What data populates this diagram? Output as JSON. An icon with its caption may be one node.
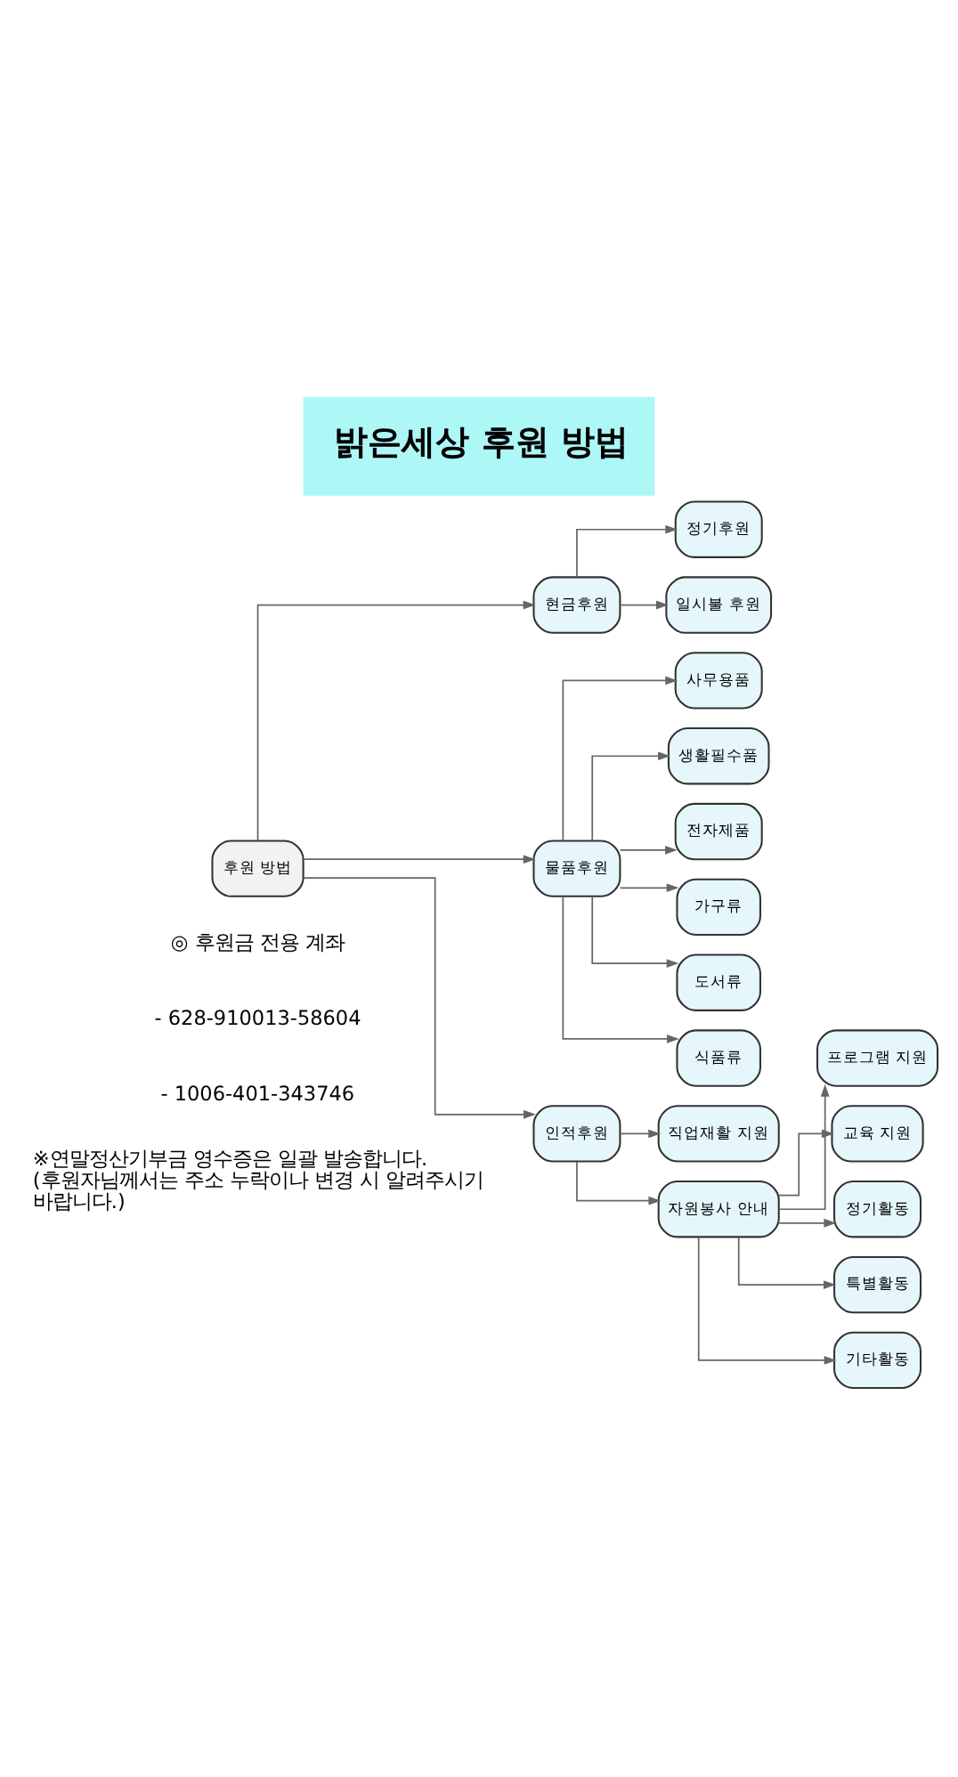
{
  "diagram": {
    "title": "밝은세상 후원 방법",
    "nodes": [
      {
        "text": [
          "후원 방법"
        ]
      },
      {
        "text": [
          "현금후원"
        ]
      },
      {
        "text": [
          "정기후원"
        ]
      },
      {
        "text": [
          "일시불 후원"
        ]
      },
      {
        "text": [
          "물품후원"
        ]
      },
      {
        "text": [
          "사무용품"
        ]
      },
      {
        "text": [
          "생활필수품"
        ]
      },
      {
        "text": [
          "전자제품"
        ]
      },
      {
        "text": [
          "가구류"
        ]
      },
      {
        "text": [
          "도서류"
        ]
      },
      {
        "text": [
          "식품류"
        ]
      },
      {
        "text": [
          "인적후원"
        ]
      },
      {
        "text": [
          "직업재활 지원"
        ]
      },
      {
        "text": [
          "자원봉사 안내"
        ]
      },
      {
        "text": [
          "프로그램 지원"
        ]
      },
      {
        "text": [
          "교육 지원"
        ]
      },
      {
        "text": [
          "정기활동"
        ]
      },
      {
        "text": [
          "특별활동"
        ]
      },
      {
        "text": [
          "기타활동"
        ]
      }
    ],
    "edges": [
      {
        "from": 0,
        "to": 1,
        "arrow": "to"
      },
      {
        "from": 0,
        "to": 4,
        "arrow": "to"
      },
      {
        "from": 0,
        "to": 11,
        "arrow": "to"
      },
      {
        "from": 1,
        "to": 2,
        "arrow": "to"
      },
      {
        "from": 1,
        "to": 3,
        "arrow": "to"
      },
      {
        "from": 4,
        "to": 5,
        "arrow": "to"
      },
      {
        "from": 4,
        "to": 6,
        "arrow": "to"
      },
      {
        "from": 4,
        "to": 7,
        "arrow": "to"
      },
      {
        "from": 4,
        "to": 8,
        "arrow": "to"
      },
      {
        "from": 4,
        "to": 9,
        "arrow": "to"
      },
      {
        "from": 4,
        "to": 10,
        "arrow": "to"
      },
      {
        "from": 11,
        "to": 12,
        "arrow": "to"
      },
      {
        "from": 11,
        "to": 13,
        "arrow": "to"
      },
      {
        "from": 13,
        "to": 14,
        "arrow": "to"
      },
      {
        "from": 13,
        "to": 15,
        "arrow": "to"
      },
      {
        "from": 13,
        "to": 16,
        "arrow": "to"
      },
      {
        "from": 13,
        "to": 17,
        "arrow": "to"
      },
      {
        "from": 13,
        "to": 18,
        "arrow": "to"
      }
    ],
    "labels": [
      "◎ 후원금 전용 계좌",
      "- 628-910013-58604",
      "- 1006-401-343746",
      "※연말정산기부금 영수증은 일괄 발송합니다. (후원자님께서는 주소 누락이나 변경 시 알려주시기 바랍니다.)"
    ]
  }
}
